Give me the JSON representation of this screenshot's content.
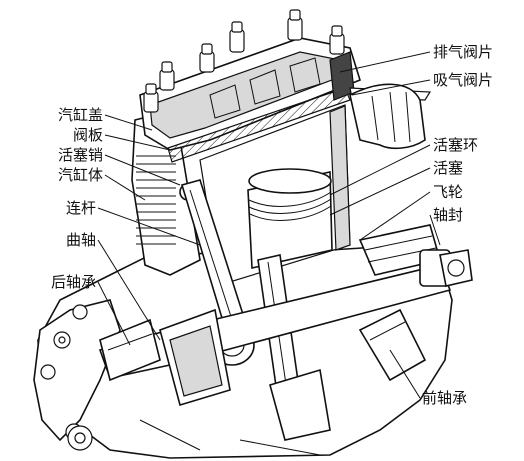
{
  "diagram": {
    "labels": {
      "exhaust_valve": "排气阀片",
      "intake_valve": "吸气阀片",
      "cylinder_head": "汽缸盖",
      "valve_plate": "阀板",
      "piston_pin": "活塞销",
      "cylinder_block": "汽缸体",
      "piston_ring": "活塞环",
      "piston": "活塞",
      "flywheel": "飞轮",
      "shaft_seal": "轴封",
      "connecting_rod": "连杆",
      "crankshaft": "曲轴",
      "rear_bearing": "后轴承",
      "front_bearing": "前轴承"
    }
  }
}
